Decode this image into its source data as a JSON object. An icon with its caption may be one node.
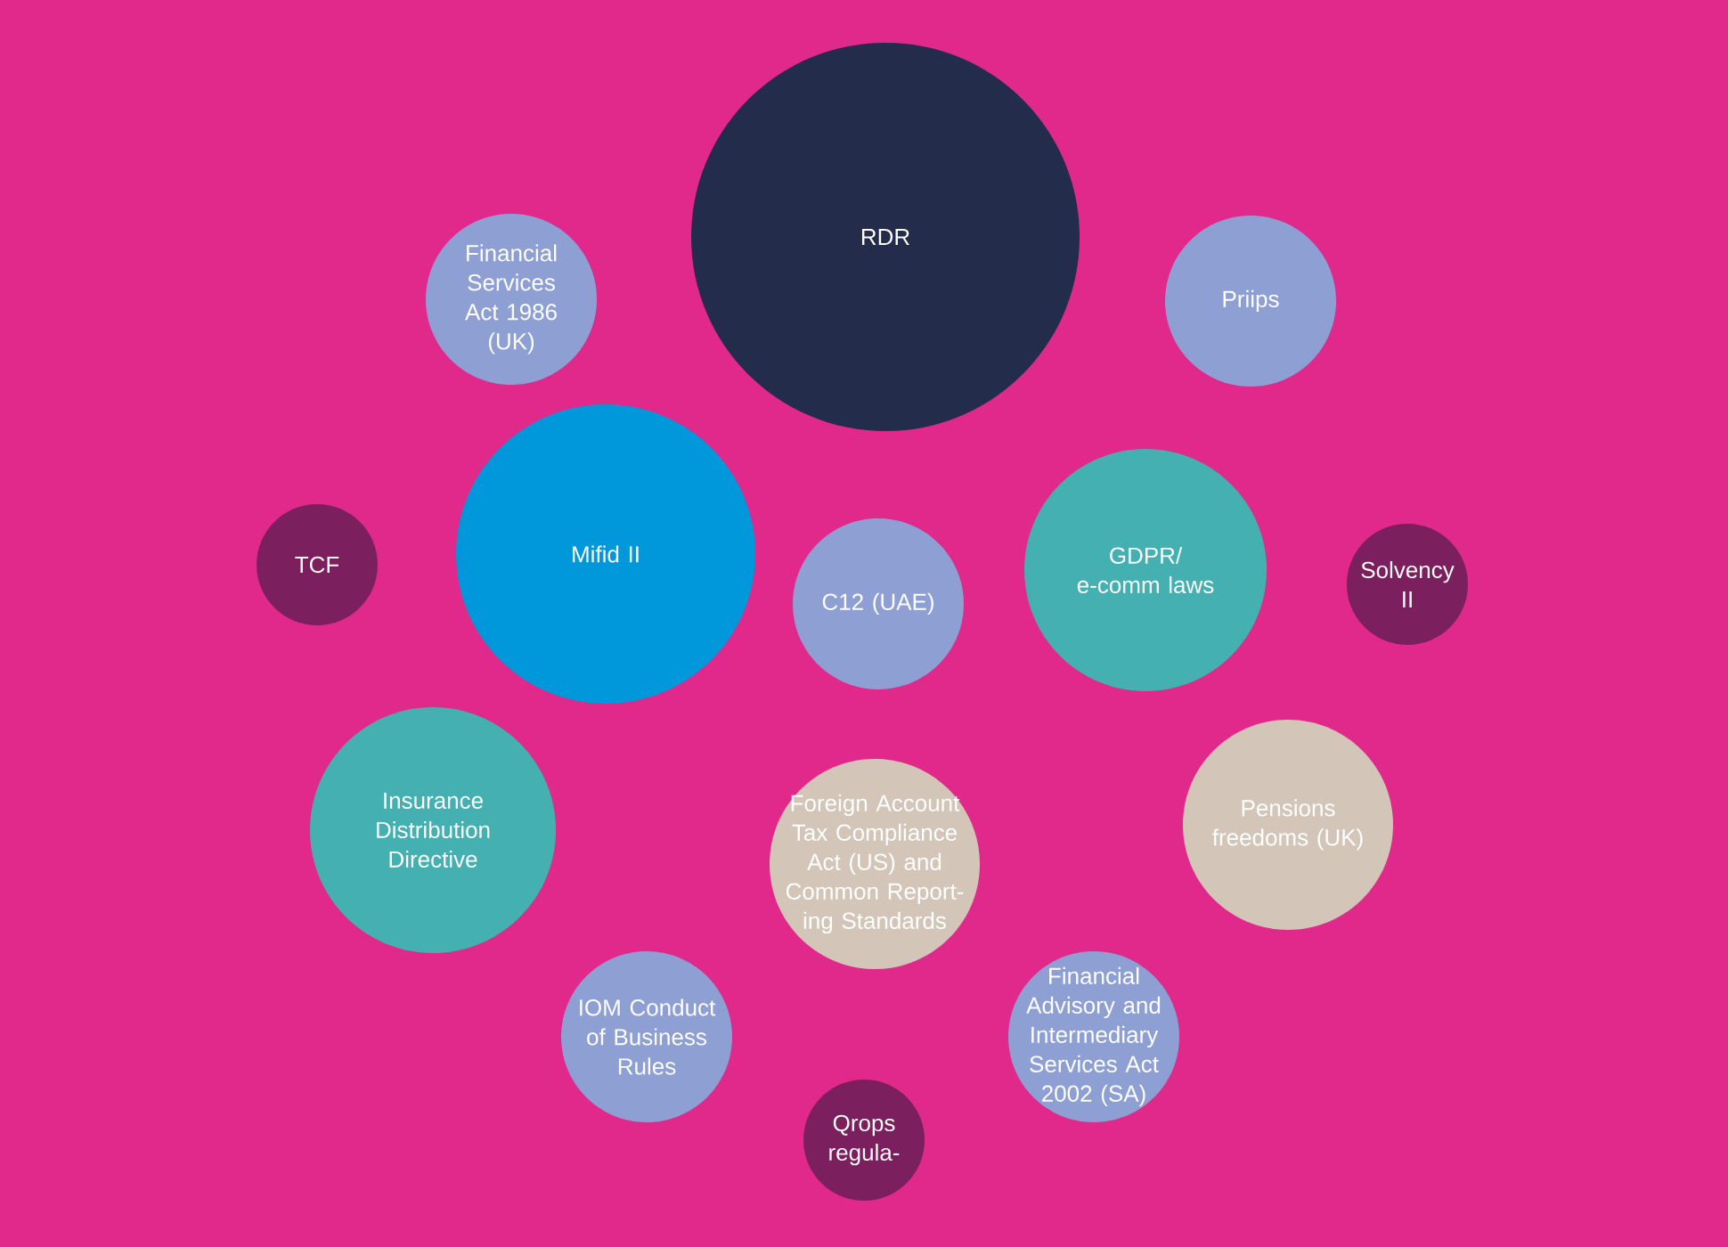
{
  "diagram": {
    "nodes": [
      {
        "text": [
          "RDR"
        ]
      },
      {
        "text": [
          "Financial Services Act 1986 (UK)"
        ]
      },
      {
        "text": [
          "Priips"
        ]
      },
      {
        "text": [
          "TCF"
        ]
      },
      {
        "text": [
          "Mifid II"
        ]
      },
      {
        "text": [
          "C12 (UAE)"
        ]
      },
      {
        "text": [
          "GDPR/ e-comm laws"
        ]
      },
      {
        "text": [
          "Solvency II"
        ]
      },
      {
        "text": [
          "Insurance Distribution Directive"
        ]
      },
      {
        "text": [
          "Foreign Account Tax Compliance Act (US) and Common Report-ing Standards"
        ]
      },
      {
        "text": [
          "Pensions freedoms (UK)"
        ]
      },
      {
        "text": [
          "IOM Conduct of Business Rules"
        ]
      },
      {
        "text": [
          "Financial Advisory and Intermediary Services Act 2002 (SA)"
        ]
      },
      {
        "text": [
          "Qrops regula-"
        ]
      }
    ]
  }
}
